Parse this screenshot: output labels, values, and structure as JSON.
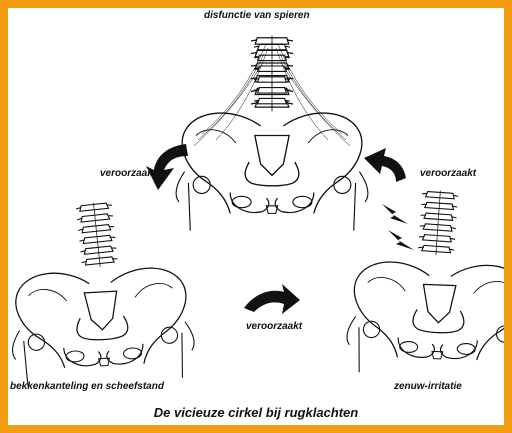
{
  "labels": {
    "top": "disfunctie van spieren",
    "left_arrow": "veroorzaakt",
    "right_arrow": "veroorzaakt",
    "bottom_arrow": "veroorzaakt",
    "left_figure": "bekkenkanteling en scheefstand",
    "right_figure": "zenuw-irritatie"
  },
  "caption": "De vicieuze cirkel bij rugklachten",
  "colors": {
    "border": "#f39c12",
    "ink": "#111111",
    "background": "#ffffff"
  }
}
